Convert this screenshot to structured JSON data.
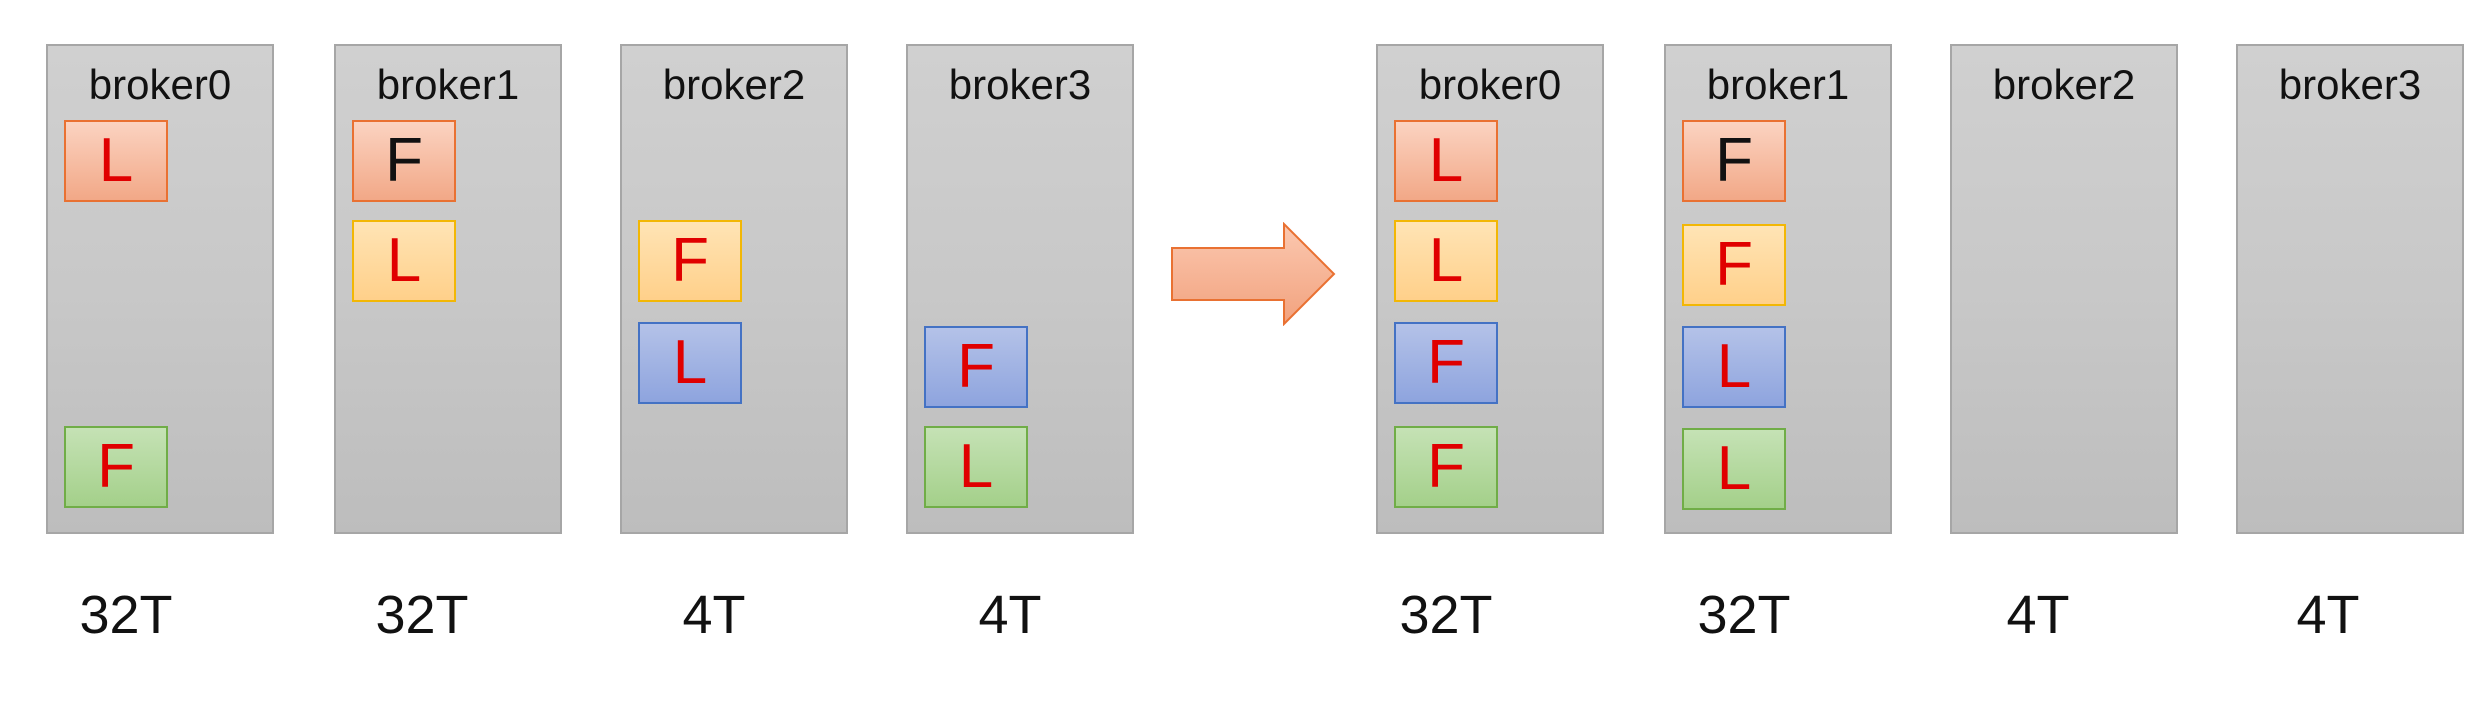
{
  "colors": {
    "orange": "#e97132",
    "yellow": "#f2b705",
    "blue": "#4472c4",
    "green": "#70ad47",
    "leader_text": "#e00000",
    "follower_text_default": "#e00000",
    "arrow_fill": "#f4a582"
  },
  "before": {
    "brokers": [
      {
        "name": "broker0",
        "capacity": "32T",
        "replicas": [
          {
            "role": "L",
            "color": "orange"
          },
          {
            "role": "F",
            "color": "green"
          }
        ]
      },
      {
        "name": "broker1",
        "capacity": "32T",
        "replicas": [
          {
            "role": "F",
            "color": "orange",
            "dark": true
          },
          {
            "role": "L",
            "color": "yellow"
          }
        ]
      },
      {
        "name": "broker2",
        "capacity": "4T",
        "replicas": [
          {
            "role": "F",
            "color": "yellow"
          },
          {
            "role": "L",
            "color": "blue"
          }
        ]
      },
      {
        "name": "broker3",
        "capacity": "4T",
        "replicas": [
          {
            "role": "F",
            "color": "blue"
          },
          {
            "role": "L",
            "color": "green"
          }
        ]
      }
    ]
  },
  "after": {
    "brokers": [
      {
        "name": "broker0",
        "capacity": "32T",
        "replicas": [
          {
            "role": "L",
            "color": "orange"
          },
          {
            "role": "L",
            "color": "yellow"
          },
          {
            "role": "F",
            "color": "blue"
          },
          {
            "role": "F",
            "color": "green"
          }
        ]
      },
      {
        "name": "broker1",
        "capacity": "32T",
        "replicas": [
          {
            "role": "F",
            "color": "orange",
            "dark": true
          },
          {
            "role": "F",
            "color": "yellow"
          },
          {
            "role": "L",
            "color": "blue"
          },
          {
            "role": "L",
            "color": "green"
          }
        ]
      },
      {
        "name": "broker2",
        "capacity": "4T",
        "replicas": []
      },
      {
        "name": "broker3",
        "capacity": "4T",
        "replicas": []
      }
    ]
  }
}
